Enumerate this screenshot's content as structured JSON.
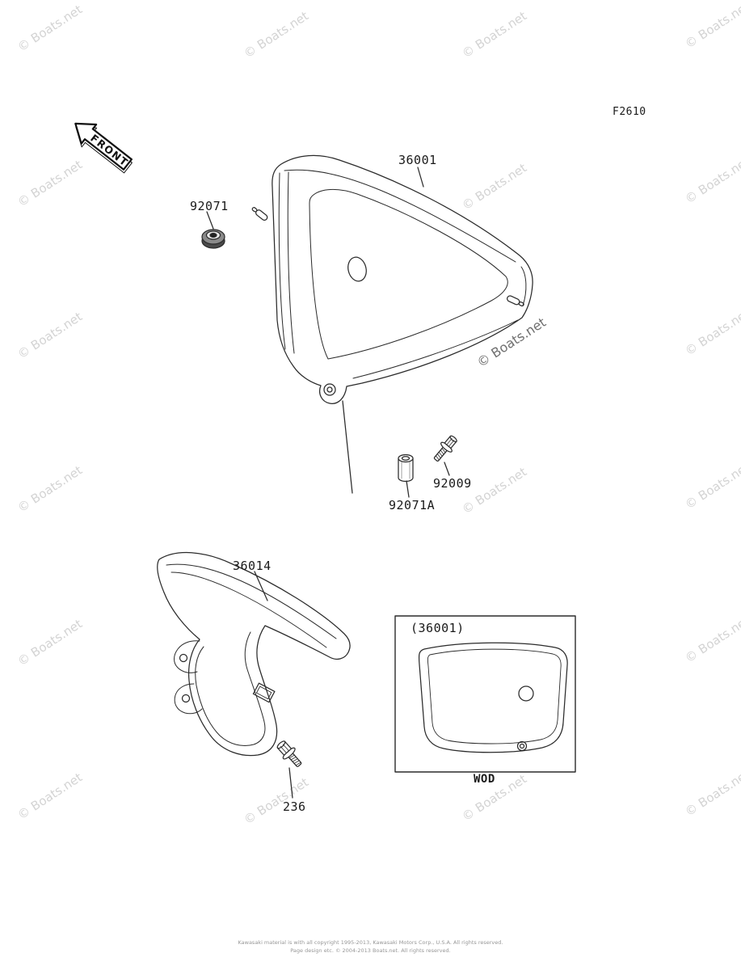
{
  "page": {
    "figure_code": "F2610",
    "front_label": "FRONT",
    "watermark_text": "© Boats.net",
    "footer_line1": "Kawasaki material is with all copyright 1995-2013, Kawasaki Motors Corp., U.S.A. All rights reserved.",
    "footer_line2": "Page design etc. © 2004-2013 Boats.net. All rights reserved."
  },
  "parts": {
    "side_cover": {
      "number": "36001"
    },
    "grommet": {
      "number": "92071"
    },
    "collar": {
      "number": "92071A"
    },
    "bolt_socket": {
      "number": "92009"
    },
    "chain_cover": {
      "number": "36014"
    },
    "bolt_flanged": {
      "number": "236"
    }
  },
  "inset": {
    "title": "(36001)",
    "caption": "WOD"
  }
}
